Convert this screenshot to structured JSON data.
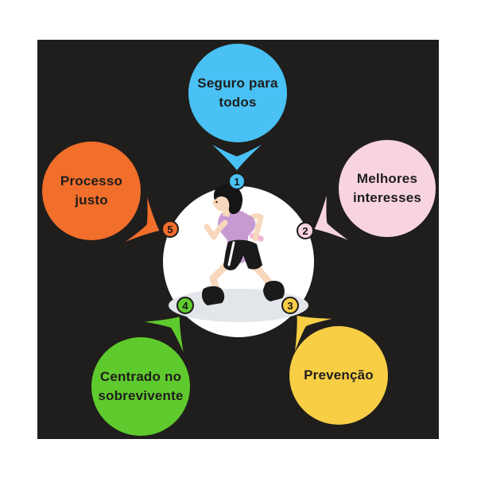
{
  "figure": {
    "background_color": "#ffffff",
    "board_color": "#1f1e1c",
    "text_color": "#1f1e1c",
    "center": {
      "illustration": "running-woman",
      "circle_color": "#ffffff",
      "shadow_color": "#e2e5e9",
      "colors": {
        "skin": "#f8d8bc",
        "hair": "#151515",
        "shirt": "#c89ad2",
        "shorts": "#1a1a1a",
        "shoes": "#1a1a1a",
        "stripe": "#ffffff",
        "baton": "#f0b4d6",
        "eye": "#1a1a1a"
      }
    },
    "nodes": [
      {
        "number": "1",
        "label": "Seguro para\ntodos",
        "color": "#49c1f4",
        "position": "top"
      },
      {
        "number": "2",
        "label": "Melhores\ninteresses",
        "color": "#f8d3e1",
        "position": "right"
      },
      {
        "number": "3",
        "label": "Prevenção",
        "color": "#f8ce45",
        "position": "bottom-right"
      },
      {
        "number": "4",
        "label": "Centrado no\nsobrevivente",
        "color": "#5fca2d",
        "position": "bottom-left"
      },
      {
        "number": "5",
        "label": "Processo\njusto",
        "color": "#f26e2b",
        "position": "left"
      }
    ]
  }
}
